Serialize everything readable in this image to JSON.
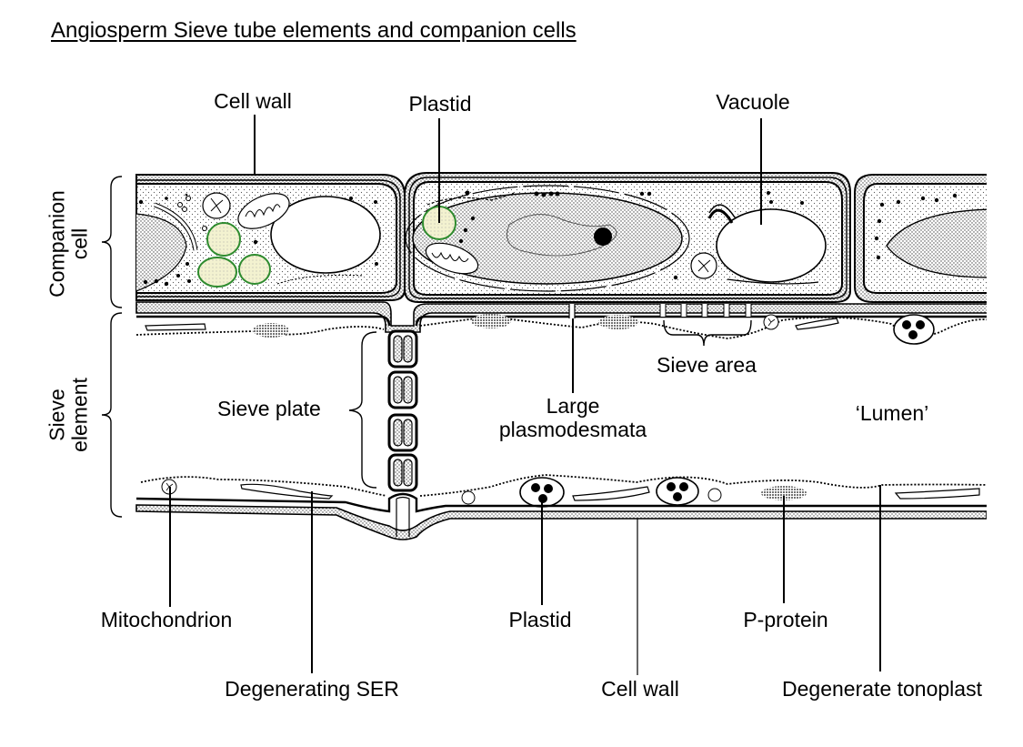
{
  "title": "Angiosperm Sieve tube elements and companion cells",
  "colors": {
    "ink": "#000000",
    "background": "#ffffff",
    "plastid_outline": "#2e8b2e",
    "plastid_fill": "#f3f2d0",
    "stipple": "#555555"
  },
  "regions": {
    "companion_cell": [
      "Companion",
      "cell"
    ],
    "sieve_element": [
      "Sieve",
      "element"
    ]
  },
  "labels": {
    "top": {
      "cell_wall": "Cell wall",
      "plastid": "Plastid",
      "vacuole": "Vacuole"
    },
    "middle": {
      "sieve_area": "Sieve area",
      "sieve_plate": "Sieve plate",
      "large_plasmodesmata_line1": "Large",
      "large_plasmodesmata_line2": "plasmodesmata",
      "lumen": "‘Lumen’"
    },
    "bottom": {
      "mitochondrion": "Mitochondrion",
      "plastid": "Plastid",
      "p_protein": "P-protein",
      "degenerating_ser": "Degenerating SER",
      "cell_wall": "Cell wall",
      "degenerate_tonoplast": "Degenerate tonoplast"
    }
  }
}
